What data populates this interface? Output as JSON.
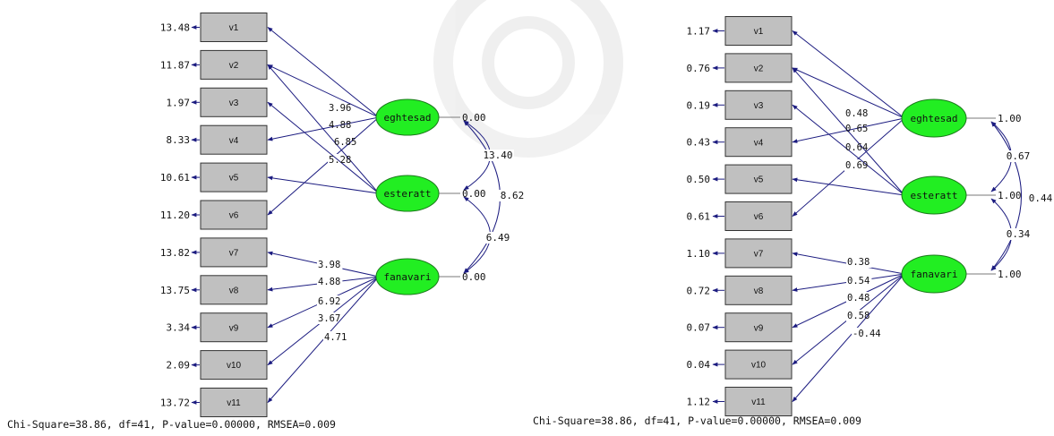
{
  "diagrams": [
    {
      "id": "unstandardized",
      "observed": [
        {
          "label": "v1",
          "error": "13.48"
        },
        {
          "label": "v2",
          "error": "11.87"
        },
        {
          "label": "v3",
          "error": "1.97"
        },
        {
          "label": "v4",
          "error": "8.33"
        },
        {
          "label": "v5",
          "error": "10.61"
        },
        {
          "label": "v6",
          "error": "11.20"
        },
        {
          "label": "v7",
          "error": "13.82"
        },
        {
          "label": "v8",
          "error": "13.75"
        },
        {
          "label": "v9",
          "error": "3.34"
        },
        {
          "label": "v10",
          "error": "2.09"
        },
        {
          "label": "v11",
          "error": "13.72"
        }
      ],
      "latent": [
        {
          "label": "eghtesad",
          "variance": "0.00"
        },
        {
          "label": "esteratt",
          "variance": "0.00"
        },
        {
          "label": "fanavari",
          "variance": "0.00"
        }
      ],
      "loadings": [
        {
          "from": "eghtesad",
          "to": "v1",
          "value": "3.96"
        },
        {
          "from": "eghtesad",
          "to": "v2",
          "value": "4.88"
        },
        {
          "from": "eghtesad",
          "to": "v4",
          "value": "6.85"
        },
        {
          "from": "eghtesad",
          "to": "v6",
          "value": "5.28"
        },
        {
          "from": "esteratt",
          "to": "v2",
          "value": ""
        },
        {
          "from": "esteratt",
          "to": "v3",
          "value": ""
        },
        {
          "from": "esteratt",
          "to": "v5",
          "value": ""
        },
        {
          "from": "fanavari",
          "to": "v7",
          "value": "3.98"
        },
        {
          "from": "fanavari",
          "to": "v8",
          "value": "4.88"
        },
        {
          "from": "fanavari",
          "to": "v9",
          "value": "6.92"
        },
        {
          "from": "fanavari",
          "to": "v10",
          "value": "3.67"
        },
        {
          "from": "fanavari",
          "to": "v11",
          "value": "4.71"
        }
      ],
      "covariances": {
        "eghtesad_esteratt": "13.40",
        "esteratt_fanavari": "6.49",
        "eghtesad_fanavari": "8.62"
      },
      "fit": "Chi-Square=38.86, df=41, P-value=0.00000, RMSEA=0.009"
    },
    {
      "id": "standardized",
      "observed": [
        {
          "label": "v1",
          "error": "1.17"
        },
        {
          "label": "v2",
          "error": "0.76"
        },
        {
          "label": "v3",
          "error": "0.19"
        },
        {
          "label": "v4",
          "error": "0.43"
        },
        {
          "label": "v5",
          "error": "0.50"
        },
        {
          "label": "v6",
          "error": "0.61"
        },
        {
          "label": "v7",
          "error": "1.10"
        },
        {
          "label": "v8",
          "error": "0.72"
        },
        {
          "label": "v9",
          "error": "0.07"
        },
        {
          "label": "v10",
          "error": "0.04"
        },
        {
          "label": "v11",
          "error": "1.12"
        }
      ],
      "latent": [
        {
          "label": "eghtesad",
          "variance": "1.00"
        },
        {
          "label": "esteratt",
          "variance": "1.00"
        },
        {
          "label": "fanavari",
          "variance": "1.00"
        }
      ],
      "loadings": [
        {
          "from": "eghtesad",
          "to": "v1",
          "value": "0.48"
        },
        {
          "from": "eghtesad",
          "to": "v2",
          "value": "0.65"
        },
        {
          "from": "eghtesad",
          "to": "v4",
          "value": "0.64"
        },
        {
          "from": "eghtesad",
          "to": "v6",
          "value": "0.69"
        },
        {
          "from": "esteratt",
          "to": "v2",
          "value": ""
        },
        {
          "from": "esteratt",
          "to": "v3",
          "value": ""
        },
        {
          "from": "esteratt",
          "to": "v5",
          "value": ""
        },
        {
          "from": "fanavari",
          "to": "v7",
          "value": "0.38"
        },
        {
          "from": "fanavari",
          "to": "v8",
          "value": "0.54"
        },
        {
          "from": "fanavari",
          "to": "v9",
          "value": "0.48"
        },
        {
          "from": "fanavari",
          "to": "v10",
          "value": "0.58"
        },
        {
          "from": "fanavari",
          "to": "v11",
          "value": "-0.44"
        }
      ],
      "covariances": {
        "eghtesad_esteratt": "0.67",
        "esteratt_fanavari": "0.34",
        "eghtesad_fanavari": "0.44"
      },
      "fit": "Chi-Square=38.86, df=41, P-value=0.00000, RMSEA=0.009"
    }
  ],
  "colors": {
    "box_fill": "#c0c0c0",
    "box_stroke": "#333333",
    "latent_fill": "#22ee22",
    "latent_stroke": "#1a7a1a",
    "arrow": "#1c1c80",
    "line": "#7a7a7a",
    "text": "#111111"
  }
}
